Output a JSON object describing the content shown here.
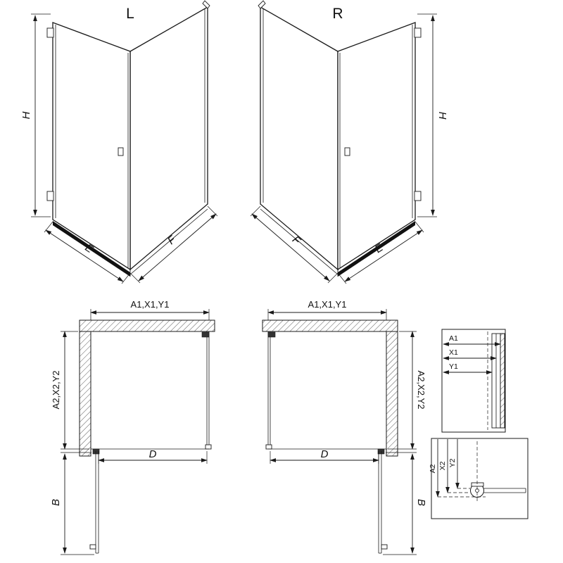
{
  "diagram": {
    "iso_left": {
      "label": "L",
      "height_dim": "H",
      "bottom_left_dim": "E",
      "bottom_right_dim": "F"
    },
    "iso_right": {
      "label": "R",
      "height_dim": "H",
      "bottom_left_dim": "F",
      "bottom_right_dim": "E"
    },
    "plan_left": {
      "top_dim": "A1,X1,Y1",
      "side_dim": "A2,X2,Y2",
      "width_dim": "D",
      "door_dim": "B"
    },
    "plan_right": {
      "top_dim": "A1,X1,Y1",
      "side_dim": "A2,X2,Y2",
      "width_dim": "D",
      "door_dim": "B"
    },
    "detail_width": {
      "dims": [
        "A1",
        "X1",
        "Y1"
      ]
    },
    "detail_floor": {
      "dims": [
        "A2",
        "X2",
        "Y2"
      ]
    },
    "colors": {
      "line": "#1a1a1a",
      "tray": "#111111",
      "background": "#ffffff"
    }
  }
}
